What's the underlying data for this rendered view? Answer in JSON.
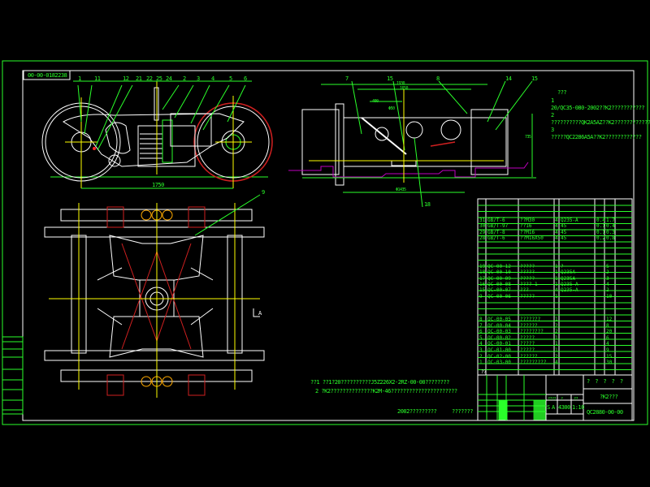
{
  "drawing": {
    "drawing_number_label": "00-00-0182238",
    "colors": {
      "background": "#000000",
      "frame": "#2aff2a",
      "lines": "#ffffff",
      "centerlines": "#ffff00",
      "highlight": "#ff2020",
      "ground": "#c000c0"
    },
    "side_view": {
      "balloons": [
        "1",
        "11",
        "12",
        "21",
        "22",
        "25",
        "24",
        "2",
        "3",
        "4",
        "5",
        "6"
      ],
      "dimension": "1750"
    },
    "plan_view": {
      "balloon": "9",
      "section_mark": "A"
    },
    "end_view": {
      "balloons": [
        "7",
        "15",
        "8",
        "14",
        "15",
        "18"
      ],
      "dimensions": [
        "1930",
        "1650",
        "400",
        "Φ50",
        "Φ1435",
        "735"
      ]
    },
    "notes": {
      "title": "???",
      "lines": [
        "1",
        "20/QC35-080-2002??K2???????????",
        "2",
        "??????????QK2A5AZ??K2???????????????",
        "3",
        "?????QC2286A5A??K2????????????"
      ]
    },
    "bottom_notes": [
      "??1 ??1?20??????????J5Z226X2-2RZ-00-00????????",
      "2 ?K2??????????????K2M-46??????????????????????"
    ],
    "footer": {
      "year_text": "2002?????????",
      "author_text": "???????"
    },
    "parts_list": {
      "rows": [
        {
          "no": "31",
          "code": "GB/T-6",
          "name": "??M30",
          "qty": "4",
          "material": "Q235-A",
          "w1": "0.4",
          "w2": "1.7"
        },
        {
          "no": "30",
          "code": "GB/T-97",
          "name": "??16",
          "qty": "4",
          "material": "45",
          "w1": "0.1",
          "w2": "0.4"
        },
        {
          "no": "29",
          "code": "GB/T-8",
          "name": "??M16",
          "qty": "4",
          "material": "45",
          "w1": "0.1",
          "w2": "0.3"
        },
        {
          "no": "28",
          "code": "GB/T-6",
          "name": "??M16X50",
          "qty": "4",
          "material": "45",
          "w1": "0.2",
          "w2": "0.8"
        },
        {
          "no": "19",
          "code": "QC-00-12",
          "name": "?????",
          "qty": "1",
          "material": "?",
          "w1": "",
          "w2": "5"
        },
        {
          "no": "18",
          "code": "QC-00-10",
          "name": "?????",
          "qty": "1",
          "material": "Q235A",
          "w1": "",
          "w2": "2"
        },
        {
          "no": "17",
          "code": "QC-00-09",
          "name": "?????",
          "qty": "1",
          "material": "Q235A",
          "w1": "",
          "w2": "3"
        },
        {
          "no": "16",
          "code": "QC-00-08",
          "name": "????-1",
          "qty": "1",
          "material": "Q235-A",
          "w1": "",
          "w2": "4"
        },
        {
          "no": "15",
          "code": "QC-00-07",
          "name": "???",
          "qty": "4",
          "material": "Q235-A",
          "w1": "",
          "w2": "2"
        },
        {
          "no": "9",
          "code": "QC-00-06",
          "name": "?????",
          "qty": "1",
          "material": "",
          "w1": "",
          "w2": "10"
        },
        {
          "no": "8",
          "code": "QC-00-05",
          "name": "???????",
          "qty": "1",
          "material": "",
          "w1": "",
          "w2": "12"
        },
        {
          "no": "7",
          "code": "QC-00-04",
          "name": "??????",
          "qty": "2",
          "material": "",
          "w1": "",
          "w2": "8"
        },
        {
          "no": "6",
          "code": "QC-00-03",
          "name": "????????",
          "qty": "2",
          "material": "",
          "w1": "",
          "w2": "20"
        },
        {
          "no": "5",
          "code": "QC-00-02",
          "name": "?????",
          "qty": "1",
          "material": "",
          "w1": "",
          "w2": "6"
        },
        {
          "no": "4",
          "code": "QC-00-01",
          "name": "?????",
          "qty": "1",
          "material": "",
          "w1": "",
          "w2": "4"
        },
        {
          "no": "3",
          "code": "QC-01-00",
          "name": "?????",
          "qty": "1",
          "material": "",
          "w1": "",
          "w2": "9"
        },
        {
          "no": "2",
          "code": "QC-02-00",
          "name": "??????",
          "qty": "2",
          "material": "",
          "w1": "",
          "w2": "15"
        },
        {
          "no": "1",
          "code": "QC-03-00",
          "name": "?????????",
          "qty": "4",
          "material": "",
          "w1": "",
          "w2": "30"
        }
      ],
      "header": [
        "??",
        "?",
        "?",
        "??",
        "?",
        "?",
        "??",
        "?",
        "?",
        "?"
      ]
    },
    "title_block": {
      "org_marks": [
        "?",
        "?",
        "?",
        "?",
        "?"
      ],
      "title": "?K2???",
      "stage_label": "????",
      "weight_label": "?",
      "scale_label": "??",
      "stage": "S",
      "stage2": "A",
      "weight": "4300",
      "scale": "1:10",
      "drawing_number": "QC2880-00-00",
      "sheet_labels": [
        "?",
        "?",
        "?",
        "?"
      ],
      "sign_labels": [
        "??",
        "??",
        "?",
        "??",
        "???",
        "??"
      ]
    }
  }
}
